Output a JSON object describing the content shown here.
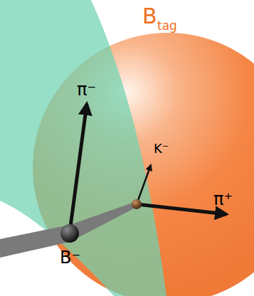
{
  "diagram": {
    "labels": [
      "B",
      "tag",
      "π⁻",
      "K⁻",
      "π⁺",
      "B⁻"
    ]
  }
}
